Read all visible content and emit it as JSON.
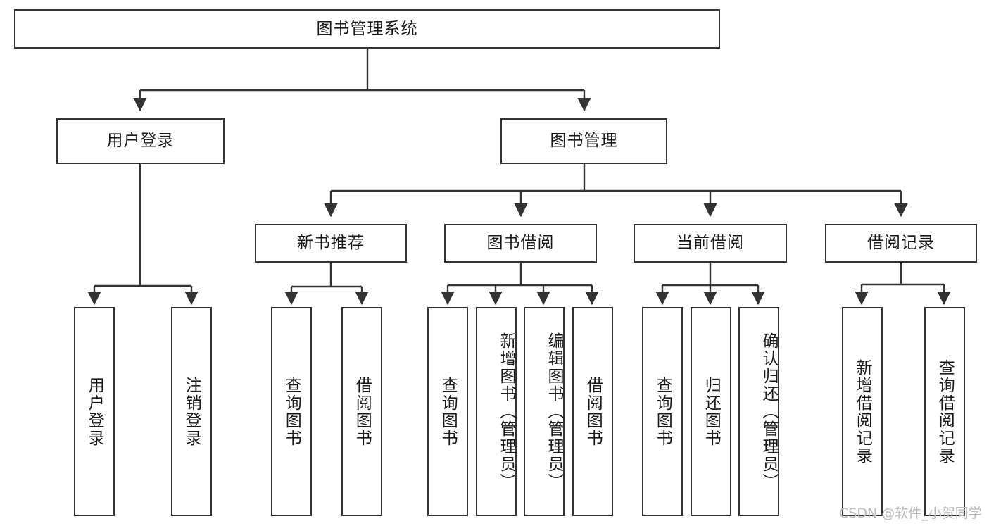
{
  "diagram": {
    "title": "图书管理系统",
    "type": "功能结构图",
    "root": {
      "label": "图书管理系统"
    },
    "level2": [
      {
        "label": "用户登录"
      },
      {
        "label": "图书管理"
      }
    ],
    "level3": [
      {
        "label": "新书推荐"
      },
      {
        "label": "图书借阅"
      },
      {
        "label": "当前借阅"
      },
      {
        "label": "借阅记录"
      }
    ],
    "leaves": {
      "user_login": [
        {
          "label": "用户登录"
        },
        {
          "label": "注销登录"
        }
      ],
      "new_book_recommend": [
        {
          "label": "查询图书"
        },
        {
          "label": "借阅图书"
        }
      ],
      "book_borrow": [
        {
          "label": "查询图书"
        },
        {
          "label": "新增图书（管理员）"
        },
        {
          "label": "编辑图书（管理员）"
        },
        {
          "label": "借阅图书"
        }
      ],
      "current_borrow": [
        {
          "label": "查询图书"
        },
        {
          "label": "归还图书"
        },
        {
          "label": "确认归还（管理员）"
        }
      ],
      "borrow_record": [
        {
          "label": "新增借阅记录"
        },
        {
          "label": "查询借阅记录"
        }
      ]
    }
  },
  "watermark": {
    "text": "CSDN @软件_小贺同学"
  },
  "colors": {
    "border": "#333333",
    "background": "#ffffff",
    "text": "#1a1a1a",
    "watermark": "#b9b9b9"
  }
}
